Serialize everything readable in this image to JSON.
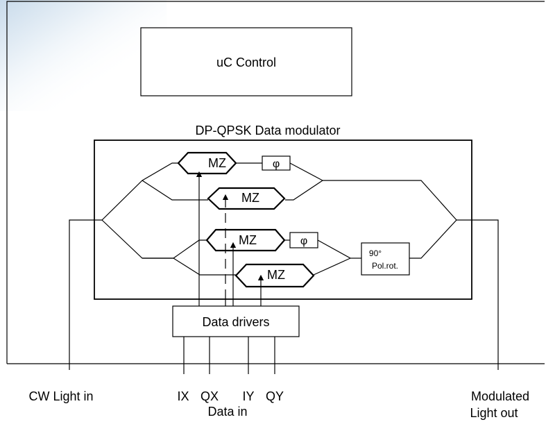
{
  "blocks": {
    "controller": "uC Control",
    "modulator_title": "DP-QPSK Data modulator",
    "mz": [
      "MZ",
      "MZ",
      "MZ",
      "MZ"
    ],
    "phase": [
      "φ",
      "φ"
    ],
    "rotator_line1": "90°",
    "rotator_line2": "Pol.rot.",
    "drivers": "Data drivers"
  },
  "labels": {
    "input": "CW Light in",
    "ix": "IX",
    "qx": "QX",
    "iy": "IY",
    "qy": "QY",
    "data_in": "Data in",
    "output_line1": "Modulated",
    "output_line2": "Light out"
  }
}
